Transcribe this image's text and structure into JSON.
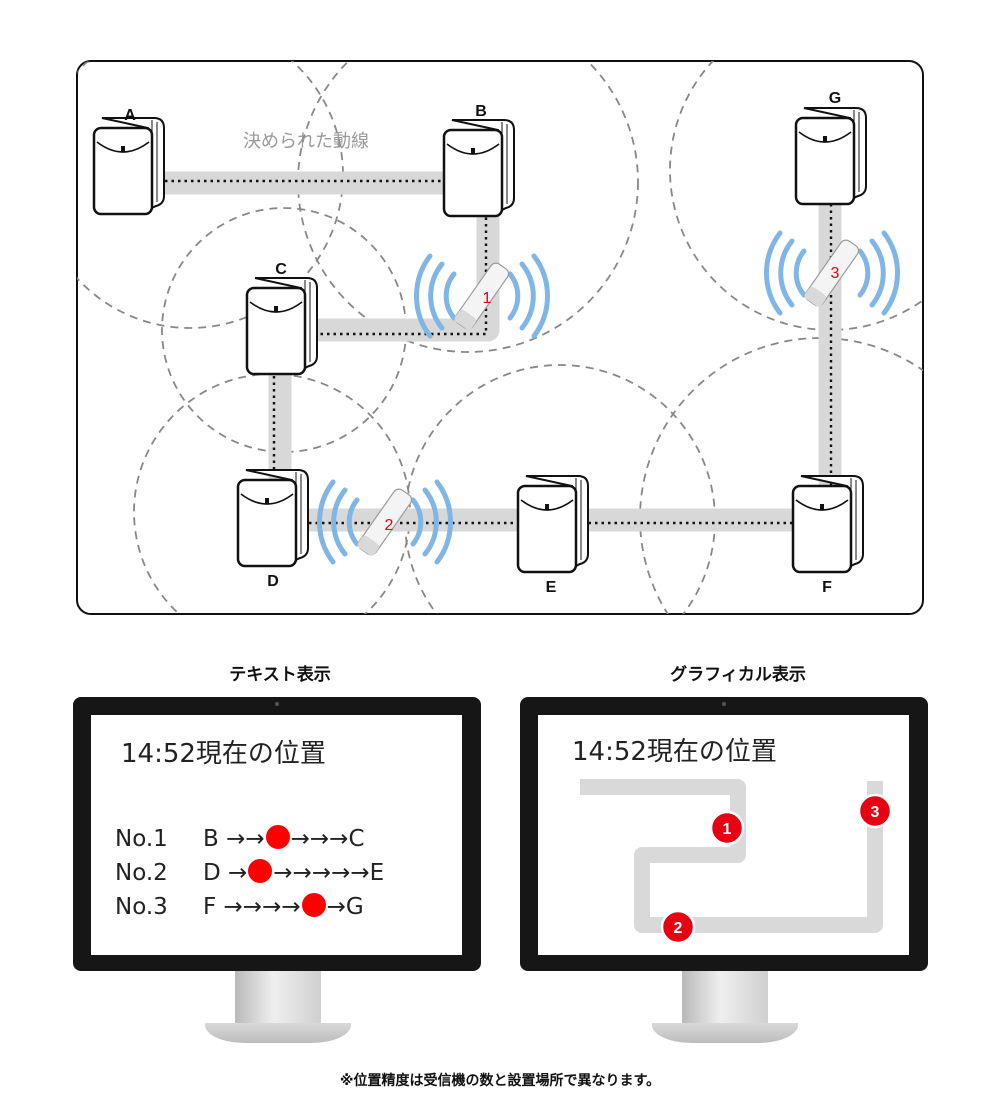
{
  "route_label": "決められた動線",
  "receivers": [
    {
      "id": "A",
      "label": "A"
    },
    {
      "id": "B",
      "label": "B"
    },
    {
      "id": "C",
      "label": "C"
    },
    {
      "id": "D",
      "label": "D"
    },
    {
      "id": "E",
      "label": "E"
    },
    {
      "id": "F",
      "label": "F"
    },
    {
      "id": "G",
      "label": "G"
    }
  ],
  "tags": [
    {
      "id": "1",
      "label": "1"
    },
    {
      "id": "2",
      "label": "2"
    },
    {
      "id": "3",
      "label": "3"
    }
  ],
  "text_panel": {
    "title": "テキスト表示",
    "time": "14:52現在の位置",
    "rows": [
      {
        "id": "No.1",
        "before": "B →→",
        "after": "→→→C"
      },
      {
        "id": "No.2",
        "before": "D →",
        "after": "→→→→→E"
      },
      {
        "id": "No.3",
        "before": "F →→→→",
        "after": "→G"
      }
    ]
  },
  "graph_panel": {
    "title": "グラフィカル表示",
    "time": "14:52現在の位置",
    "markers": [
      "1",
      "2",
      "3"
    ]
  },
  "colors": {
    "path": "#d8d8d8",
    "signal": "#7fb6e6",
    "marker": "#e60012",
    "monitor": "#161616"
  },
  "footnote": "※位置精度は受信機の数と設置場所で異なります。"
}
